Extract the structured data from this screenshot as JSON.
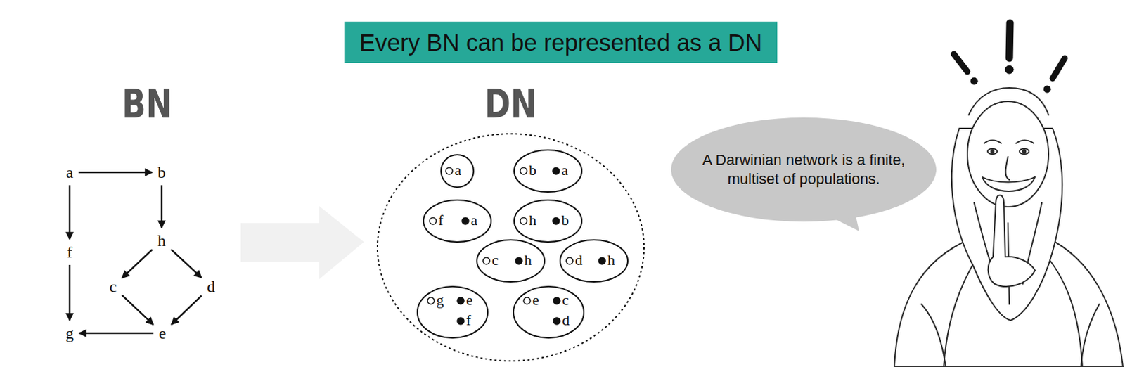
{
  "diagram": {
    "title": "Every BN can be represented as a DN",
    "nodes": [
      {
        "text": [
          "a"
        ]
      },
      {
        "text": [
          "b"
        ]
      },
      {
        "text": [
          "f"
        ]
      },
      {
        "text": [
          "h"
        ]
      },
      {
        "text": [
          "c"
        ]
      },
      {
        "text": [
          "d"
        ]
      },
      {
        "text": [
          "g"
        ]
      },
      {
        "text": [
          "e"
        ]
      },
      {
        "text": [
          "DN"
        ]
      },
      {
        "text": [
          "a"
        ],
        "in": 8
      },
      {
        "text": [
          "b",
          "a"
        ],
        "in": 8
      },
      {
        "text": [
          "f",
          "a"
        ],
        "in": 8
      },
      {
        "text": [
          "h",
          "b"
        ],
        "in": 8
      },
      {
        "text": [
          "c",
          "h"
        ],
        "in": 8
      },
      {
        "text": [
          "d",
          "h"
        ],
        "in": 8
      },
      {
        "text": [
          "g",
          "e",
          "f"
        ],
        "in": 8
      },
      {
        "text": [
          "e",
          "c",
          "d"
        ],
        "in": 8
      },
      {
        "text": [
          "A Darwinian network is a finite, multiset of populations."
        ]
      }
    ],
    "edges": [
      {
        "from": 0,
        "to": 1,
        "arrow": "to"
      },
      {
        "from": 0,
        "to": 2,
        "arrow": "to"
      },
      {
        "from": 1,
        "to": 3,
        "arrow": "to"
      },
      {
        "from": 2,
        "to": 6,
        "arrow": "to"
      },
      {
        "from": 3,
        "to": 4,
        "arrow": "to"
      },
      {
        "from": 3,
        "to": 5,
        "arrow": "to"
      },
      {
        "from": 4,
        "to": 7,
        "arrow": "to"
      },
      {
        "from": 5,
        "to": 7,
        "arrow": "to"
      },
      {
        "from": 7,
        "to": 6,
        "arrow": "to"
      }
    ],
    "labels": [
      "BN"
    ]
  }
}
